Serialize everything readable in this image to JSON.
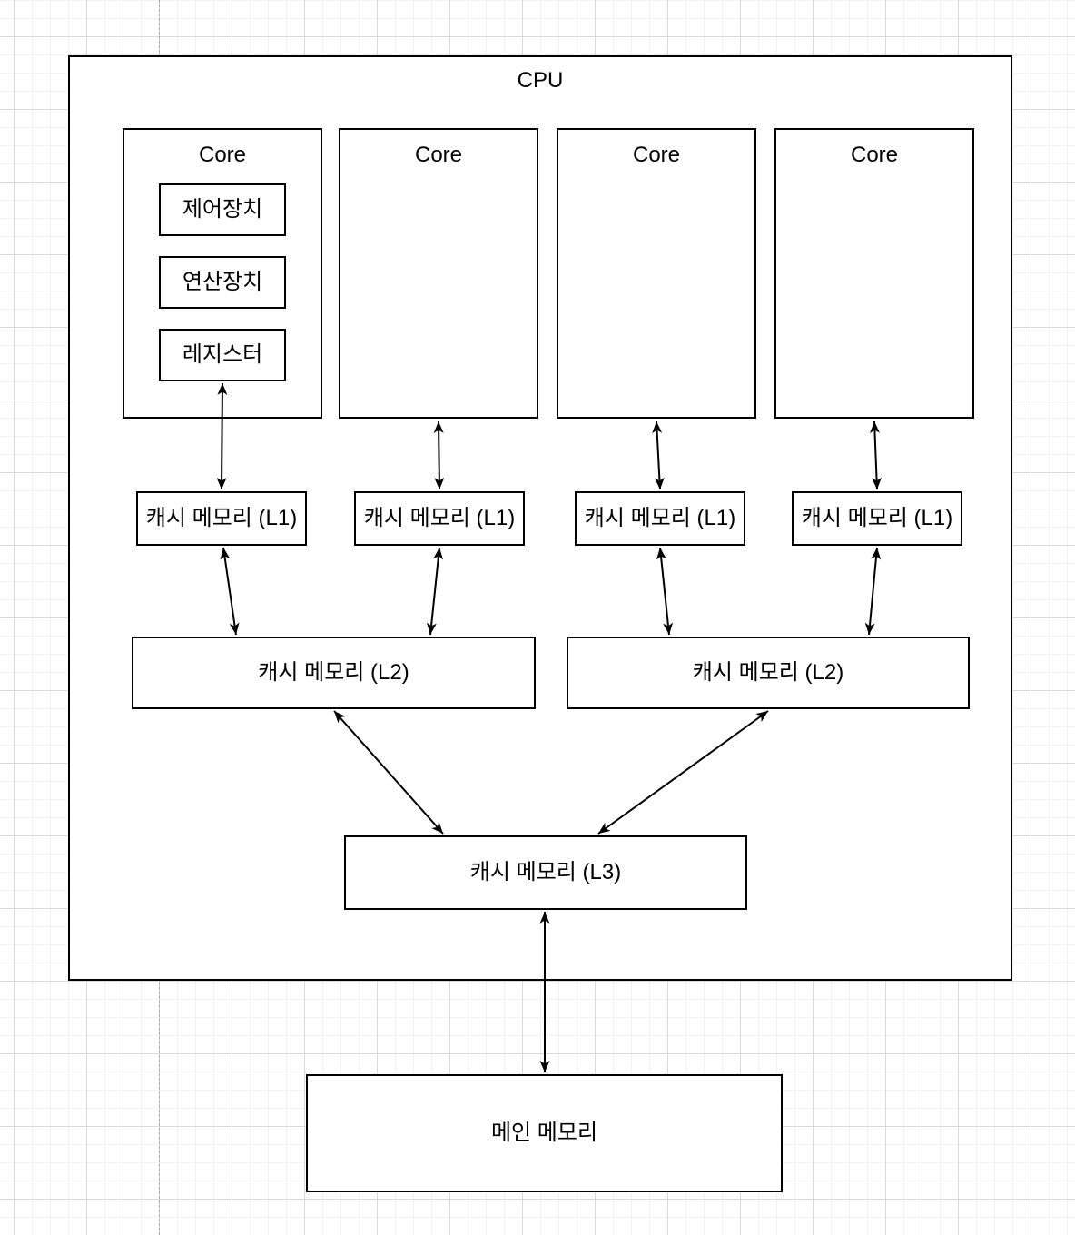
{
  "colors": {
    "background": "#ffffff",
    "stroke": "#000000",
    "grid_minor": "#f2f2f2",
    "grid_major": "#d9d9d9",
    "page_guide": "#a9a9a9"
  },
  "diagram": {
    "cpu": {
      "label": "CPU"
    },
    "core_label": "Core",
    "core1": {
      "units": [
        "제어장치",
        "연산장치",
        "레지스터"
      ]
    },
    "cache_l1_label": "캐시 메모리 (L1)",
    "cache_l2_label": "캐시 메모리 (L2)",
    "cache_l3_label": "캐시 메모리 (L3)",
    "main_memory_label": "메인 메모리"
  }
}
